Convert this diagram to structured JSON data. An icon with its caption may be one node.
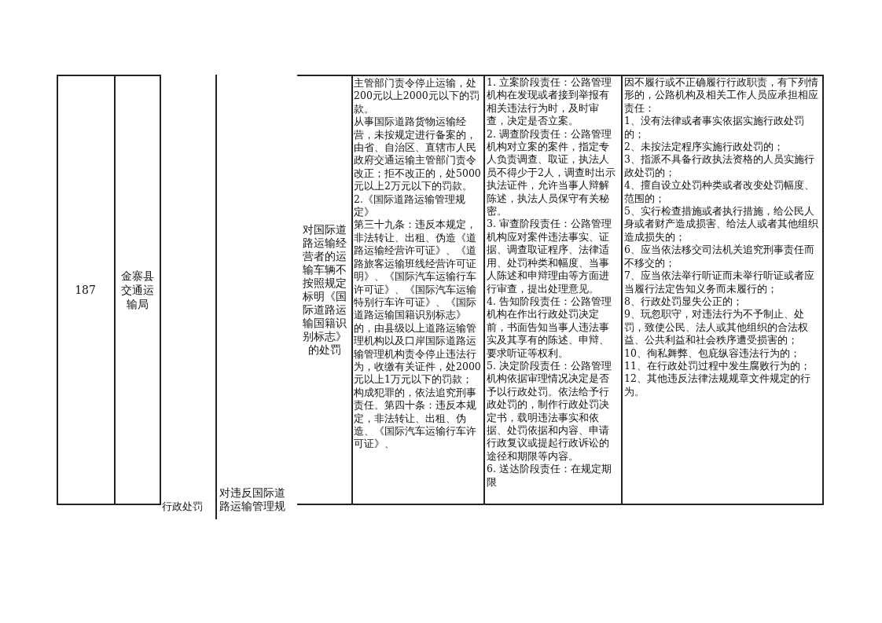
{
  "diagram": {
    "labels": [
      "187",
      "金寨县交通运输局",
      "行政处罚",
      "对违反国际道路运输管理规",
      "对国际道路运输经营者的运输车辆不按照规定标明《国际道路运输国籍识别标志》的处罚",
      "主管部门责令停止运输，处200元以上2000元以下的罚款。",
      "从事国际道路货物运输经营，未按规定进行备案的，由省、自治区、直辖市人民政府交通运输主管部门责令改正；拒不改正的，处5000元以上2万元以下的罚款。",
      "2.《国际道路运输管理规定》",
      "第三十九条：违反本规定，非法转让、出租、伪造《道路运输经营许可证》、《道路旅客运输班线经营许可证明》、《国际汽车运输行车许可证》、《国际汽车运输特别行车许可证》、《国际道路运输国籍识别标志》的，由县级以上道路运输管理机构以及口岸国际道路运输管理机构责令停止违法行为，收缴有关证件，处2000元以上1万元以下的罚款；构成犯罪的，依法追究刑事责任。第四十条：违反本规定，非法转让、出租、伪造、《国际汽车运输行车许可证》、",
      "1. 立案阶段责任：公路管理机构在发现或者接到举报有相关违法行为时，及时审查，决定是否立案。",
      "2. 调查阶段责任：公路管理机构对立案的案件，指定专人负责调查、取证，执法人员不得少于2人，调查时出示执法证件，允许当事人辩解陈述，执法人员保守有关秘密。",
      "3. 审查阶段责任：公路管理机构应对案件违法事实、证据、调查取证程序、法律适用、处罚种类和幅度、当事人陈述和申辩理由等方面进行审查，提出处理意见。",
      "4. 告知阶段责任：公路管理机构在作出行政处罚决定前，书面告知当事人违法事实及其享有的陈述、申辩、要求听证等权利。",
      "5. 决定阶段责任：公路管理机构依据审理情况决定是否予以行政处罚。依法给予行政处罚的，制作行政处罚决定书，载明违法事实和依据、处罚依据和内容、申请行政复议或提起行政诉讼的途径和期限等内容。",
      "6. 送达阶段责任：在规定期限",
      "因不履行或不正确履行行政职责，有下列情形的，公路机构及相关工作人员应承担相应责任：",
      "1、没有法律或者事实依据实施行政处罚的；",
      "2、未按法定程序实施行政处罚的；",
      "3、指派不具备行政执法资格的人员实施行政处罚的；",
      "4、擅自设立处罚种类或者改变处罚幅度、范围的；",
      "5、实行检查措施或者执行措施，给公民人身或者财产造成损害、给法人或者其他组织造成损失的；",
      "6、应当依法移交司法机关追究刑事责任而不移交的；",
      "7、应当依法举行听证而未举行听证或者应当履行法定告知义务而未履行的；",
      "8、行政处罚显失公正的；",
      "9、玩忽职守，对违法行为不予制止、处罚，致使公民、法人或其他组织的合法权益、公共利益和社会秩序遭受损害的；",
      "10、徇私舞弊、包庇纵容违法行为的；",
      "11、在行政处罚过程中发生腐败行为的；",
      "12、其他违反法律法规规章文件规定的行为。"
    ]
  }
}
